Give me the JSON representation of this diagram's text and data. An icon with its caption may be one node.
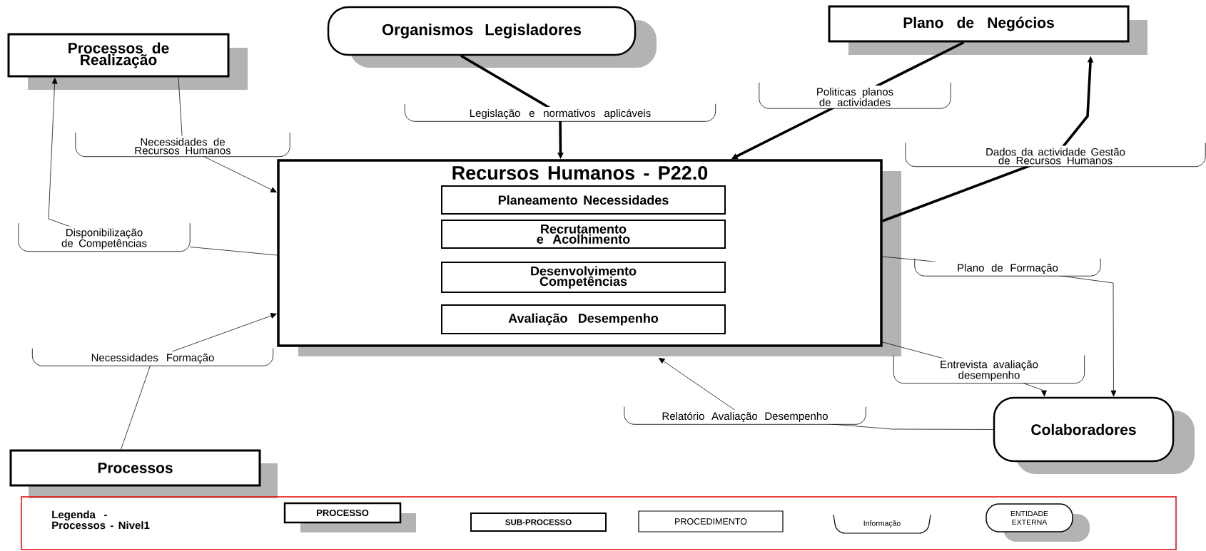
{
  "diagram": {
    "nodes": [
      {
        "text": [
          "Processos de Realização"
        ]
      },
      {
        "text": [
          "Organismos Legisladores"
        ]
      },
      {
        "text": [
          "Plano de Negócios"
        ]
      },
      {
        "text": [
          "Recursos Humanos - P22.0"
        ]
      },
      {
        "text": [
          "Planeamento Necessidades"
        ],
        "in": 3
      },
      {
        "text": [
          "Recrutamento e Acolhimento"
        ],
        "in": 3
      },
      {
        "text": [
          "Desenvolvimento Competências"
        ],
        "in": 3
      },
      {
        "text": [
          "Avaliação Desempenho"
        ],
        "in": 3
      },
      {
        "text": [
          "Processos"
        ]
      },
      {
        "text": [
          "Colaboradores"
        ]
      }
    ],
    "edges": [
      {
        "from": 0,
        "to": 3,
        "arrow": "to",
        "label": "Necessidades de Recursos Humanos"
      },
      {
        "from": 3,
        "to": 0,
        "arrow": "to",
        "label": "Disponibilização de Competências"
      },
      {
        "from": 1,
        "to": 3,
        "arrow": "to",
        "label": "Legislação e normativos aplicáveis",
        "style": "thick"
      },
      {
        "from": 2,
        "to": 3,
        "arrow": "to",
        "label": "Politicas planos de actividades",
        "style": "thick"
      },
      {
        "from": 3,
        "to": 2,
        "arrow": "to",
        "label": "Dados da actividade Gestão de Recursos Humanos",
        "style": "thick"
      },
      {
        "from": 3,
        "to": 9,
        "arrow": "to",
        "label": "Plano de Formação"
      },
      {
        "from": 3,
        "to": 9,
        "arrow": "to",
        "label": "Entrevista avaliação desempenho"
      },
      {
        "from": 9,
        "to": 3,
        "arrow": "to",
        "label": "Relatório Avaliação Desempenho"
      },
      {
        "from": 8,
        "to": 3,
        "arrow": "to",
        "label": "Necessidades Formação"
      }
    ],
    "labels": [
      "Legenda - Processos - Nivel1"
    ],
    "legend": [
      {
        "text": "PROCESSO"
      },
      {
        "text": "SUB-PROCESSO"
      },
      {
        "text": "PROCEDIMENTO"
      },
      {
        "text": "Informação"
      },
      {
        "text": "ENTIDADE EXTERNA"
      }
    ]
  }
}
